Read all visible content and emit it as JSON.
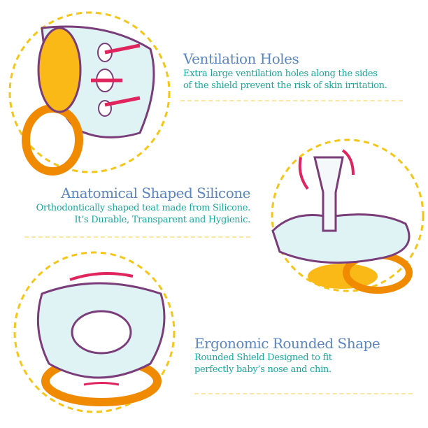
{
  "features": [
    {
      "title": "Ventilation Holes",
      "lines": [
        "Extra large ventilation holes along the sides",
        "of the shield prevent the risk of skin irritation."
      ]
    },
    {
      "title": "Anatomical Shaped Silicone",
      "lines": [
        "Orthodontically shaped teat made from Silicone.",
        "It’s Durable, Transparent and Hygienic."
      ]
    },
    {
      "title": "Ergonomic Rounded Shape",
      "lines": [
        "Rounded Shield Designed to fit",
        "perfectly baby’s nose and chin."
      ]
    }
  ],
  "colors": {
    "title": "#5b86c0",
    "text": "#17a79c",
    "accent": "#f5b400",
    "arrow": "#e0245e",
    "shield": "#dff3f5",
    "outline": "#7a3d7a"
  }
}
